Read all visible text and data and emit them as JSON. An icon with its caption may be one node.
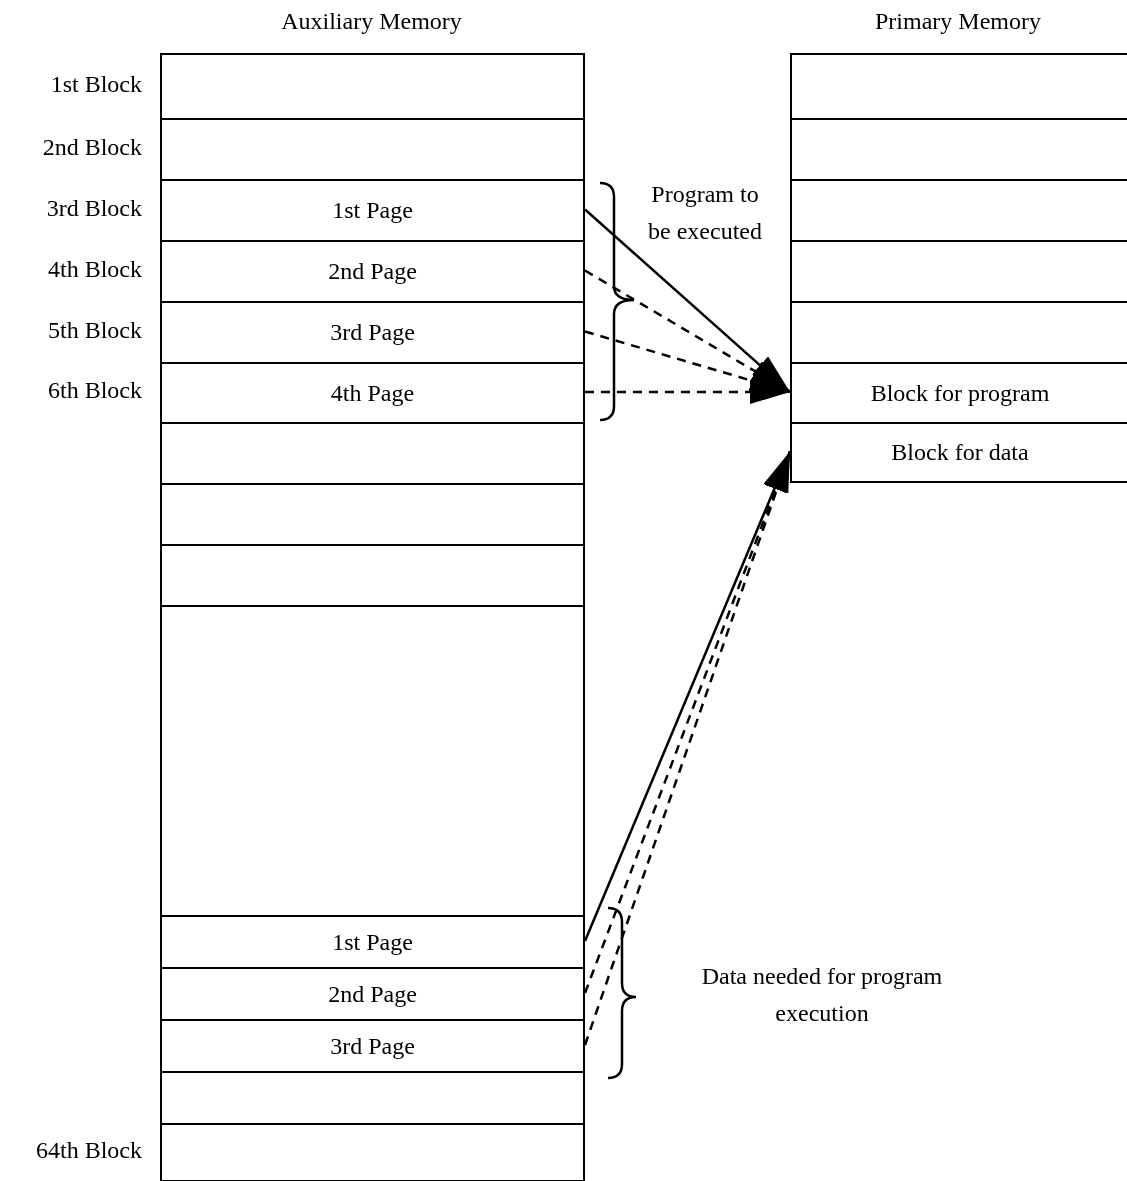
{
  "diagram": {
    "nodes": [
      {
        "text": [
          "Auxiliary Memory"
        ]
      },
      {
        "text": [],
        "shape": "box",
        "in": 0,
        "beside": [
          "1st Block"
        ]
      },
      {
        "text": [],
        "shape": "box",
        "in": 0,
        "beside": [
          "2nd Block"
        ]
      },
      {
        "text": [
          "1st Page"
        ],
        "in": 0,
        "beside": [
          "3rd Block"
        ]
      },
      {
        "text": [
          "2nd Page"
        ],
        "in": 0,
        "beside": [
          "4th Block"
        ]
      },
      {
        "text": [
          "3rd Page"
        ],
        "in": 0,
        "beside": [
          "5th Block"
        ]
      },
      {
        "text": [
          "4th Page"
        ],
        "in": 0,
        "beside": [
          "6th Block"
        ]
      },
      {
        "text": [],
        "shape": "box",
        "in": 0
      },
      {
        "text": [],
        "shape": "box",
        "in": 0
      },
      {
        "text": [],
        "shape": "box",
        "in": 0
      },
      {
        "text": [],
        "shape": "box",
        "in": 0
      },
      {
        "text": [
          "1st Page"
        ],
        "in": 0
      },
      {
        "text": [
          "2nd Page"
        ],
        "in": 0
      },
      {
        "text": [
          "3rd Page"
        ],
        "in": 0
      },
      {
        "text": [],
        "shape": "box",
        "in": 0
      },
      {
        "text": [],
        "shape": "box",
        "in": 0,
        "beside": [
          "64th Block"
        ]
      },
      {
        "text": [
          "Primary Memory"
        ]
      },
      {
        "text": [],
        "shape": "box",
        "in": 16
      },
      {
        "text": [],
        "shape": "box",
        "in": 16
      },
      {
        "text": [],
        "shape": "box",
        "in": 16
      },
      {
        "text": [],
        "shape": "box",
        "in": 16
      },
      {
        "text": [],
        "shape": "box",
        "in": 16
      },
      {
        "text": [
          "Block for program"
        ],
        "in": 16
      },
      {
        "text": [
          "Block for data"
        ],
        "in": 16
      }
    ],
    "edges": [
      {
        "from": 3,
        "to": 22,
        "arrow": "to"
      },
      {
        "from": 4,
        "to": 22,
        "arrow": "to",
        "style": "dashed"
      },
      {
        "from": 5,
        "to": 22,
        "arrow": "to",
        "style": "dashed"
      },
      {
        "from": 6,
        "to": 22,
        "arrow": "to",
        "style": "dashed"
      },
      {
        "from": 11,
        "to": 23,
        "arrow": "to"
      },
      {
        "from": 12,
        "to": 23,
        "arrow": "to",
        "style": "dashed"
      },
      {
        "from": 13,
        "to": 23,
        "arrow": "to",
        "style": "dashed"
      }
    ],
    "labels": [
      "Program to be executed",
      "Data needed for program execution"
    ]
  }
}
